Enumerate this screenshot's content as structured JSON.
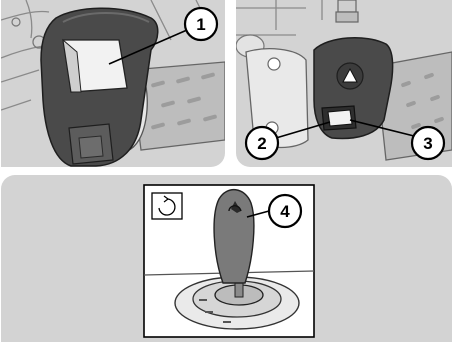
{
  "figure": {
    "panels": [
      {
        "callouts": [
          "1"
        ]
      },
      {
        "callouts": [
          "2",
          "3"
        ]
      },
      {
        "callouts": [
          "4"
        ]
      }
    ]
  }
}
